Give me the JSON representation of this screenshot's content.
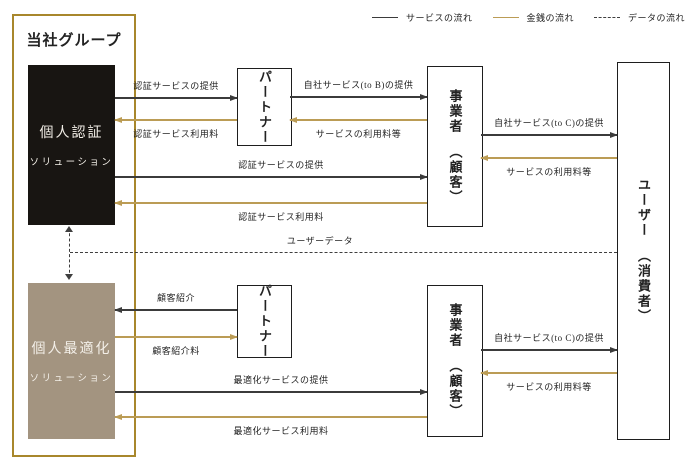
{
  "colors": {
    "service_line": "#3b3b3b",
    "money_line": "#bb9c55",
    "data_line": "#3f3f3f",
    "group_border": "#a8872c",
    "auth_box_bg": "#181512",
    "optim_box_bg": "#a39480"
  },
  "legend": {
    "service": "サービスの流れ",
    "money": "金銭の流れ",
    "data": "データの流れ"
  },
  "group": {
    "title": "当社グループ"
  },
  "nodes": {
    "auth": {
      "line1": "個人認証",
      "line2": "ソリューション"
    },
    "optim": {
      "line1": "個人最適化",
      "line2": "ソリューション"
    },
    "partner_top": {
      "name": "パートナー"
    },
    "partner_bottom": {
      "name": "パートナー"
    },
    "operator_top": {
      "name": "事業者",
      "sub": "（顧客）"
    },
    "operator_bottom": {
      "name": "事業者",
      "sub": "（顧客）"
    },
    "user": {
      "name": "ユーザー",
      "sub": "（消費者）"
    }
  },
  "flows": {
    "auth_to_partner": "認証サービスの提供",
    "partner_auth_fee": "認証サービス利用料",
    "partner_to_operator": "自社サービス(to B)の提供",
    "operator_service_fee_top": "サービスの利用料等",
    "auth_to_operator": "認証サービスの提供",
    "operator_auth_fee": "認証サービス利用料",
    "operator_to_user_top": "自社サービス(to C)の提供",
    "user_service_fee_top": "サービスの利用料等",
    "user_data": "ユーザーデータ",
    "customer_referral": "顧客紹介",
    "customer_referral_fee": "顧客紹介料",
    "optim_to_operator": "最適化サービスの提供",
    "operator_optim_fee": "最適化サービス利用料",
    "operator_to_user_bottom": "自社サービス(to C)の提供",
    "user_service_fee_bottom": "サービスの利用料等"
  }
}
